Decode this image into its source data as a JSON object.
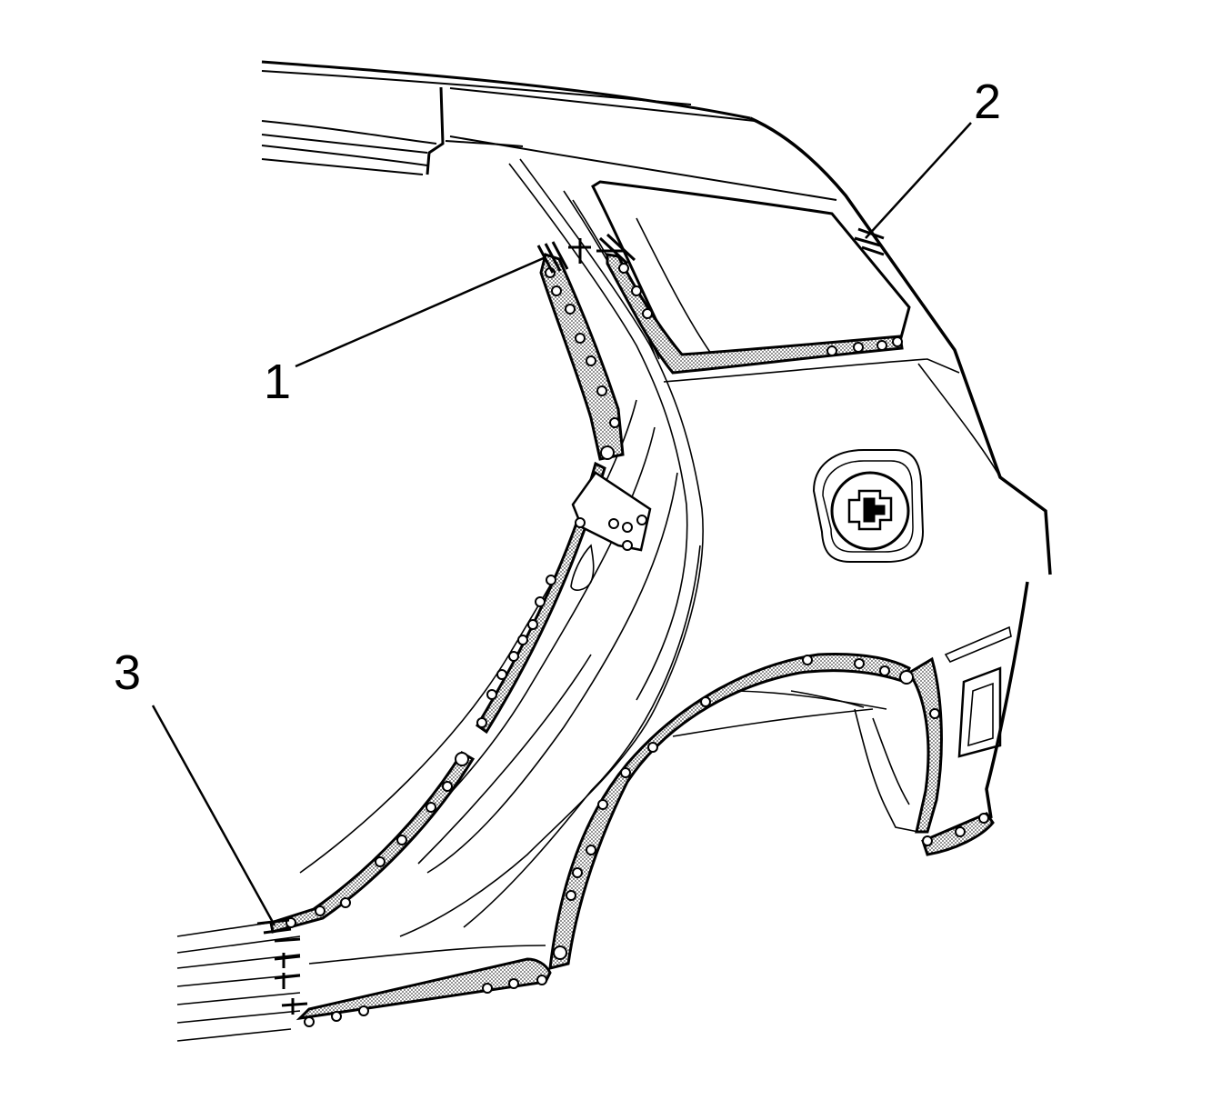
{
  "diagram": {
    "callouts": [
      {
        "id": "1",
        "label": "1"
      },
      {
        "id": "2",
        "label": "2"
      },
      {
        "id": "3",
        "label": "3"
      }
    ],
    "colors": {
      "line": "#000000",
      "background": "#ffffff",
      "sealer_fill": "#d9d9d9"
    }
  }
}
